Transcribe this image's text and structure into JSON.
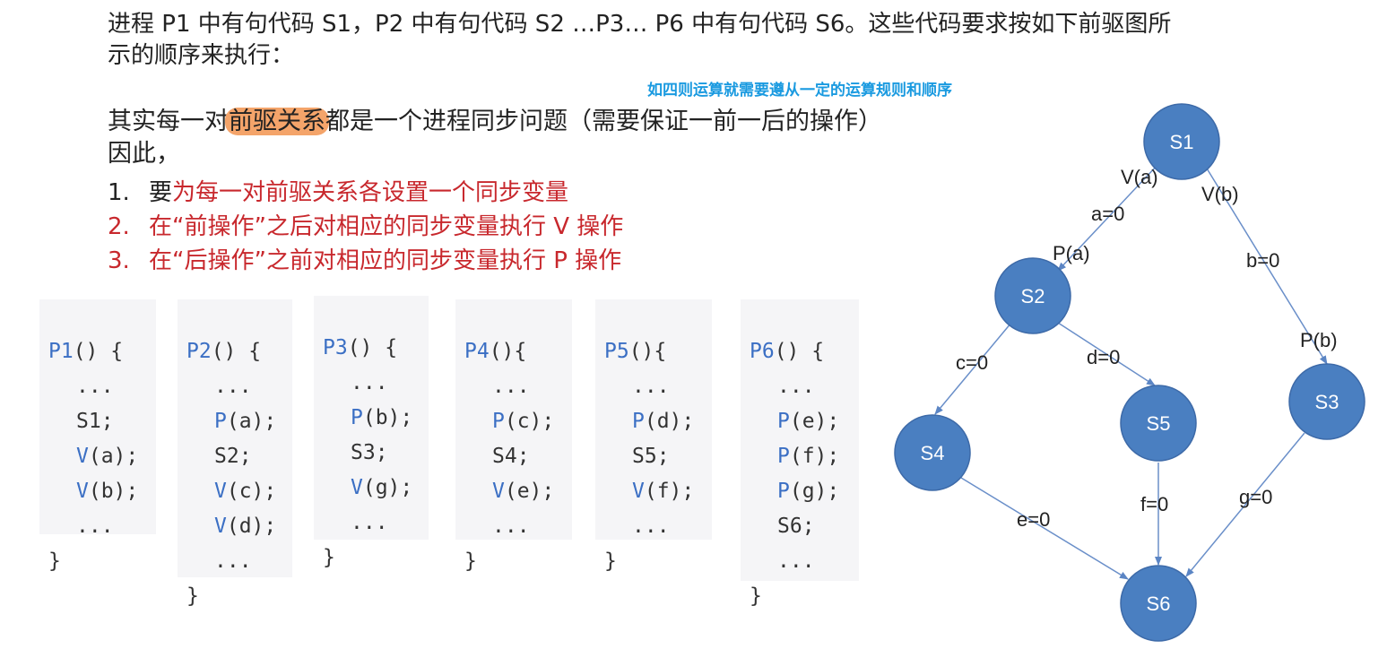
{
  "intro": {
    "line1": "进程 P1 中有句代码 S1，P2 中有句代码 S2 …P3… P6 中有句代码 S6。这些代码要求按如下前驱图所",
    "line2": "示的顺序来执行："
  },
  "annotation": "如四则运算就需要遵从一定的运算规则和顺序",
  "explanation": {
    "pre": "其实每一对",
    "highlight": "前驱关系",
    "post": "都是一个进程同步问题（需要保证一前一后的操作）",
    "line2": "因此，"
  },
  "rules": [
    {
      "num": "1.",
      "prefix": "要",
      "text": "为每一对前驱关系各设置一个同步变量"
    },
    {
      "num": "2.",
      "prefix": "",
      "text": "在“前操作”之后对相应的同步变量执行 V 操作"
    },
    {
      "num": "3.",
      "prefix": "",
      "text": "在“后操作”之前对相应的同步变量执行 P 操作"
    }
  ],
  "code_blocks": [
    {
      "name": "P1",
      "header": "() {",
      "lines": [
        "...",
        "S1;",
        "V(a);",
        "V(b);",
        "..."
      ],
      "close": "}"
    },
    {
      "name": "P2",
      "header": "() {",
      "lines": [
        "...",
        "P(a);",
        "S2;",
        "V(c);",
        "V(d);",
        "..."
      ],
      "close": "}"
    },
    {
      "name": "P3",
      "header": "() {",
      "lines": [
        "...",
        "P(b);",
        "S3;",
        "V(g);",
        "..."
      ],
      "close": "}"
    },
    {
      "name": "P4",
      "header": "(){",
      "lines": [
        "...",
        "P(c);",
        "S4;",
        "V(e);",
        "..."
      ],
      "close": "}"
    },
    {
      "name": "P5",
      "header": "(){",
      "lines": [
        "...",
        "P(d);",
        "S5;",
        "V(f);",
        "..."
      ],
      "close": "}"
    },
    {
      "name": "P6",
      "header": "() {",
      "lines": [
        "...",
        "P(e);",
        "P(f);",
        "P(g);",
        "S6;",
        "..."
      ],
      "close": "}"
    }
  ],
  "graph": {
    "node_color": "#4a7fc1",
    "nodes": [
      "S1",
      "S2",
      "S3",
      "S4",
      "S5",
      "S6"
    ],
    "edges": [
      {
        "from": "S1",
        "to": "S2",
        "labels": [
          "V(a)",
          "a=0",
          "P(a)"
        ]
      },
      {
        "from": "S1",
        "to": "S3",
        "labels": [
          "V(b)",
          "b=0",
          "P(b)"
        ]
      },
      {
        "from": "S2",
        "to": "S4",
        "labels": [
          "c=0"
        ]
      },
      {
        "from": "S2",
        "to": "S5",
        "labels": [
          "d=0"
        ]
      },
      {
        "from": "S4",
        "to": "S6",
        "labels": [
          "e=0"
        ]
      },
      {
        "from": "S5",
        "to": "S6",
        "labels": [
          "f=0"
        ]
      },
      {
        "from": "S3",
        "to": "S6",
        "labels": [
          "g=0"
        ]
      }
    ]
  }
}
